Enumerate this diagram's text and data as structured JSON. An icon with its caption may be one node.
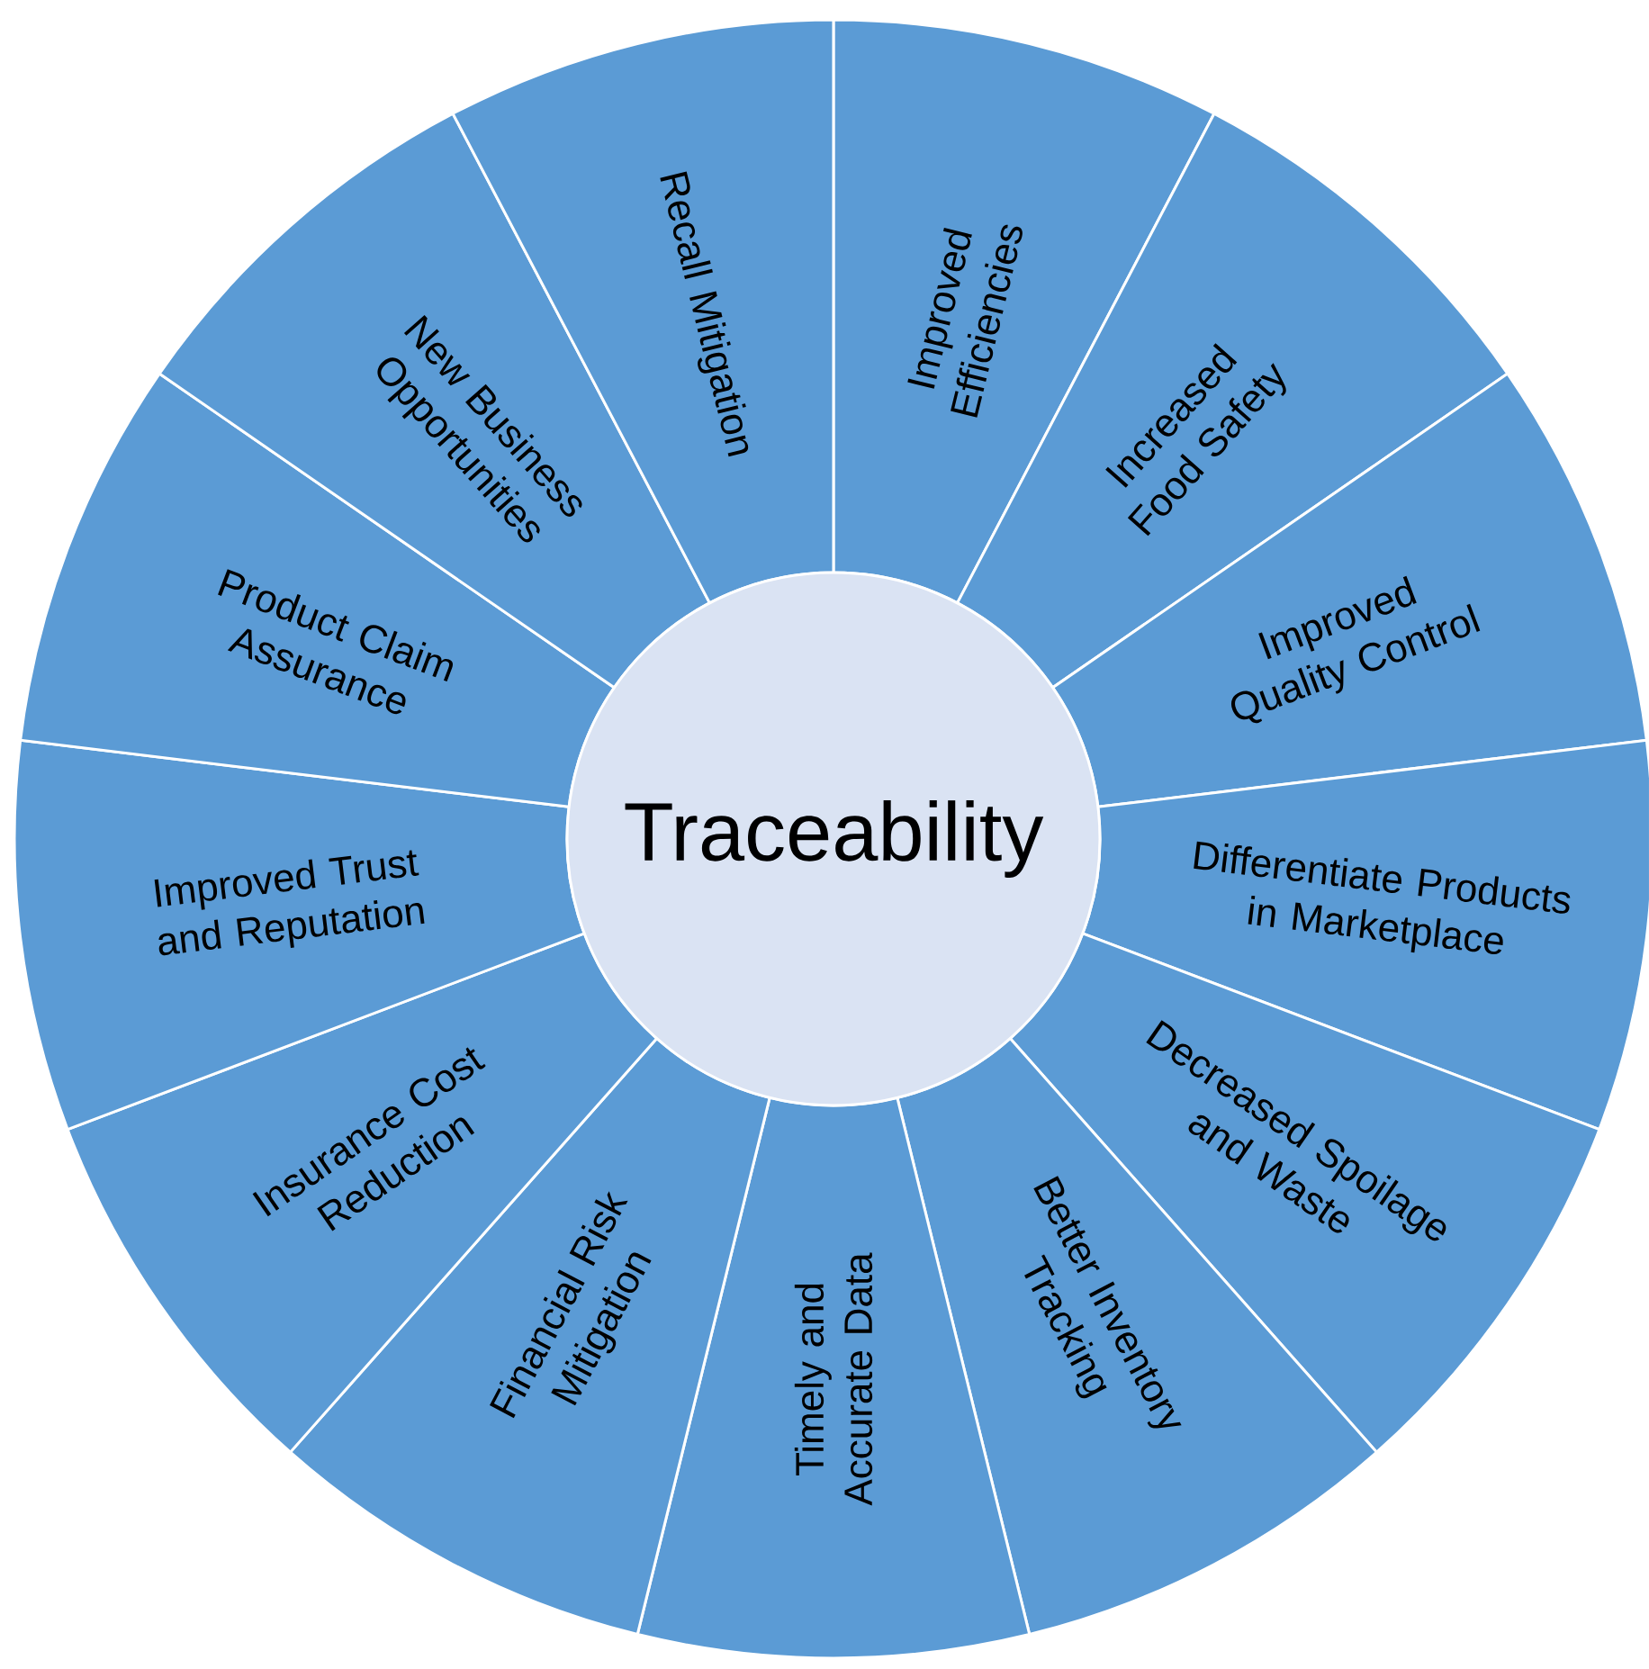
{
  "diagram": {
    "nodes": [
      {
        "text": [
          "Traceability"
        ]
      },
      {
        "text": [
          "Improved Efficiencies"
        ]
      },
      {
        "text": [
          "Increased Food Safety"
        ]
      },
      {
        "text": [
          "Improved Quality Control"
        ]
      },
      {
        "text": [
          "Differentiate Products in Marketplace"
        ]
      },
      {
        "text": [
          "Decreased Spoilage and Waste"
        ]
      },
      {
        "text": [
          "Better Inventory Tracking"
        ]
      },
      {
        "text": [
          "Timely and Accurate Data"
        ]
      },
      {
        "text": [
          "Financial Risk Mitigation"
        ]
      },
      {
        "text": [
          "Insurance Cost Reduction"
        ]
      },
      {
        "text": [
          "Improved Trust and Reputation"
        ]
      },
      {
        "text": [
          "Product Claim Assurance"
        ]
      },
      {
        "text": [
          "New Business Opportunities"
        ]
      },
      {
        "text": [
          "Recall Mitigation"
        ]
      }
    ]
  }
}
